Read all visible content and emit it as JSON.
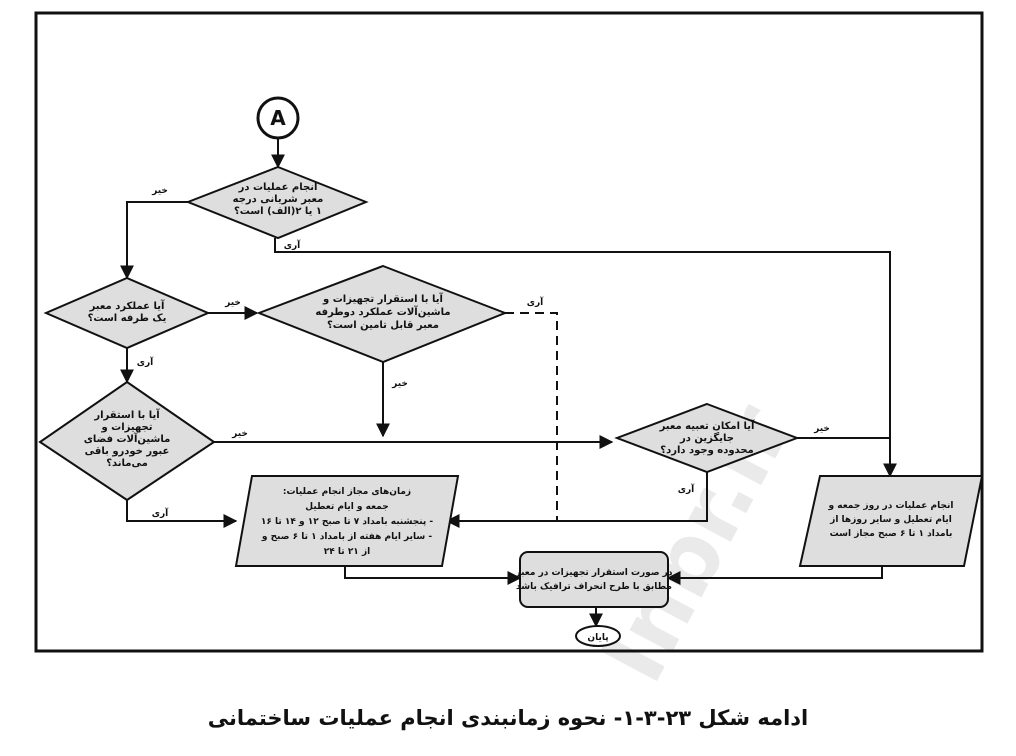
{
  "connector": {
    "label": "A"
  },
  "nodes": {
    "d1": {
      "lines": [
        "انجام عملیات در",
        "معبر شریانی درجه",
        "۱ یا ۲(الف) است؟"
      ]
    },
    "d2": {
      "lines": [
        "آیا عملکرد معبر",
        "یک طرفه است؟"
      ]
    },
    "d3": {
      "lines": [
        "آیا با استقرار تجهیزات و",
        "ماشین‌آلات عملکرد دوطرفه",
        "معبر قابل تامین است؟"
      ]
    },
    "d4": {
      "lines": [
        "آیا با استقرار",
        "تجهیزات و",
        "ماشین‌آلات فضای",
        "عبور خودرو باقی",
        "می‌ماند؟"
      ]
    },
    "d5": {
      "lines": [
        "آیا امکان تعبیه معبر",
        "جایگزین در",
        "محدوده وجود دارد؟"
      ]
    },
    "p1": {
      "lines": [
        "زمان‌های مجاز انجام عملیات:",
        "جمعه و ایام تعطیل",
        "- پنجشنبه بامداد ۷ تا صبح ۱۲ و ۱۴ تا ۱۶",
        "- سایر ایام هفته از بامداد ۱ تا ۶ صبح و",
        "از ۲۱ تا ۲۴"
      ]
    },
    "p2": {
      "lines": [
        "انجام عملیات در روز جمعه و",
        "ایام تعطیل و سایر روزها از",
        "بامداد ۱ تا ۶ صبح مجاز است"
      ]
    },
    "r1": {
      "lines": [
        "در صورت استقرار تجهیزات در معبر",
        "مطابق با طرح انحراف ترافیک باشد"
      ]
    },
    "end": {
      "label": "پایان"
    }
  },
  "edge_labels": {
    "d1_no": "خیر",
    "d1_yes": "آری",
    "d2_no": "خیر",
    "d2_yes": "آری",
    "d3_yes": "آری",
    "d3_no": "خیر",
    "d4_no": "خیر",
    "d4_yes": "آری",
    "d5_no": "خیر",
    "d5_yes": "آری"
  },
  "caption": "ادامه شکل ۲۳-۳-۱- نحوه زمانبندی انجام عملیات ساختمانی",
  "watermark": "Inbr.ir",
  "colors": {
    "fill": "#dedede",
    "stroke": "#111111",
    "background": "#ffffff"
  }
}
